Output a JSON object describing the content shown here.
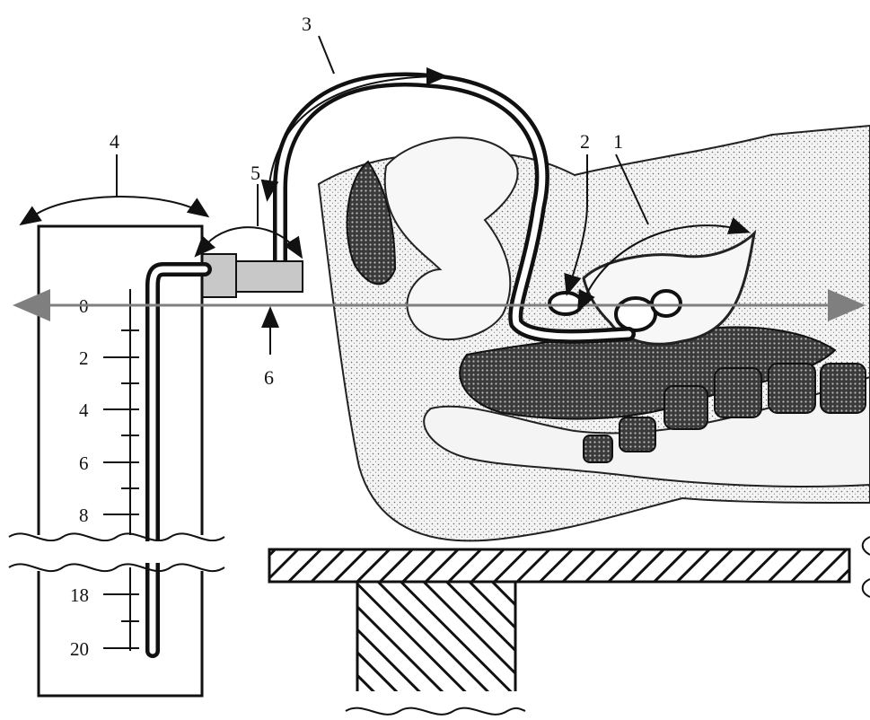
{
  "labels": {
    "l1": "1",
    "l2": "2",
    "l3": "3",
    "l4": "4",
    "l5": "5",
    "l6": "6"
  },
  "scale": {
    "upper_ticks": [
      "0",
      "2",
      "4",
      "6",
      "8"
    ],
    "lower_ticks": [
      "18",
      "20"
    ]
  },
  "colors": {
    "ink": "#111111",
    "reference_line": "#7f7f7f",
    "connector_fill": "#c8c8c8",
    "tissue_fill": "#ececec"
  }
}
